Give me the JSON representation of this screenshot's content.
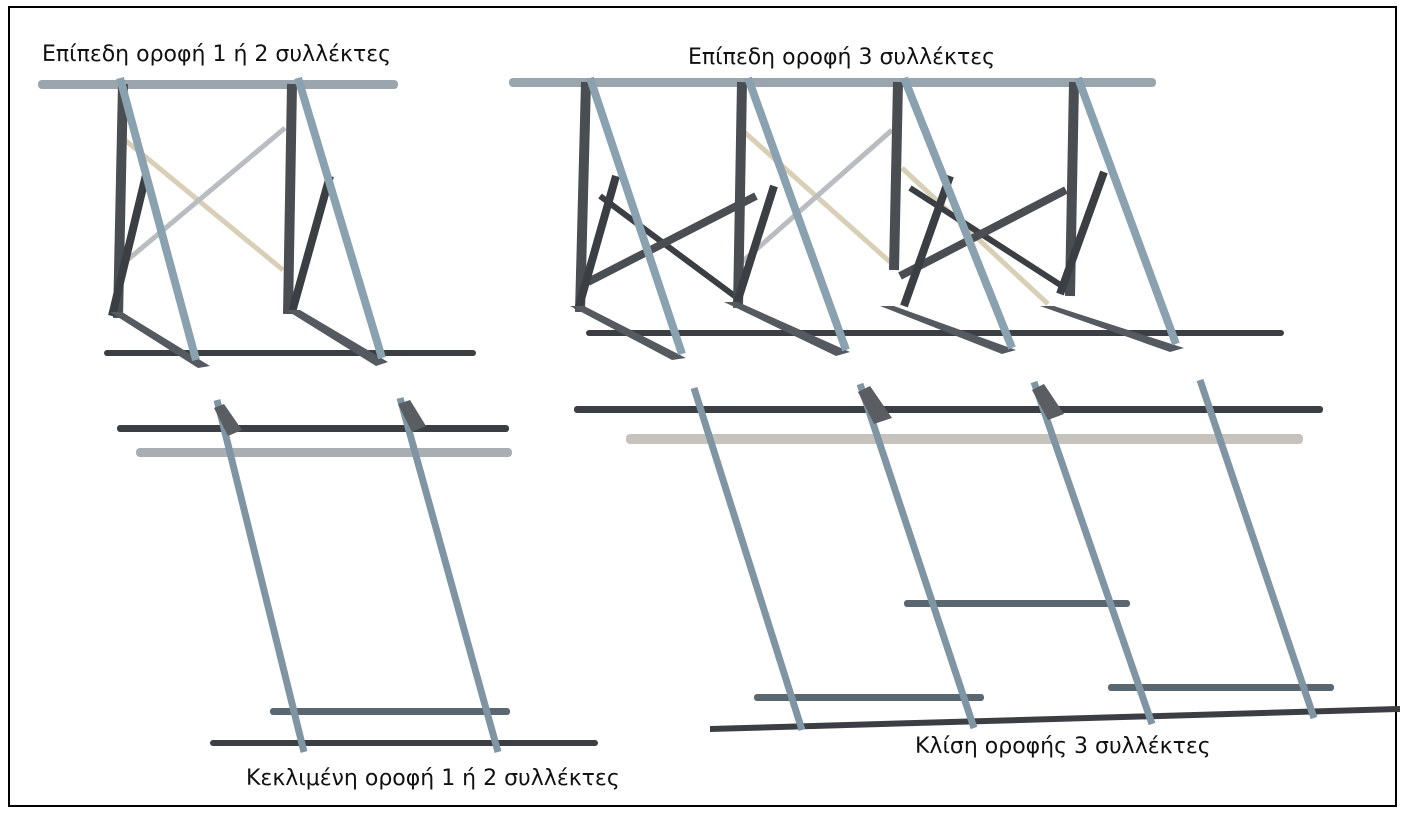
{
  "captions": {
    "flat_1_2": "Επίπεδη οροφή 1 ή 2 συλλέκτες",
    "flat_3": "Επίπεδη οροφή 3 συλλέκτες",
    "inclined_1_2": "Κεκλιμένη οροφή 1 ή 2 συλλέκτες",
    "inclined_3": "Κλίση οροφής 3 συλλέκτες"
  },
  "colors": {
    "rail_light": "#9aa5ad",
    "rail_dark": "#3b3f44",
    "post_dark": "#4a4d52",
    "strut_blue": "#8aa1b0",
    "brace_beige": "#d8cfb6",
    "frame_border": "#000000"
  }
}
